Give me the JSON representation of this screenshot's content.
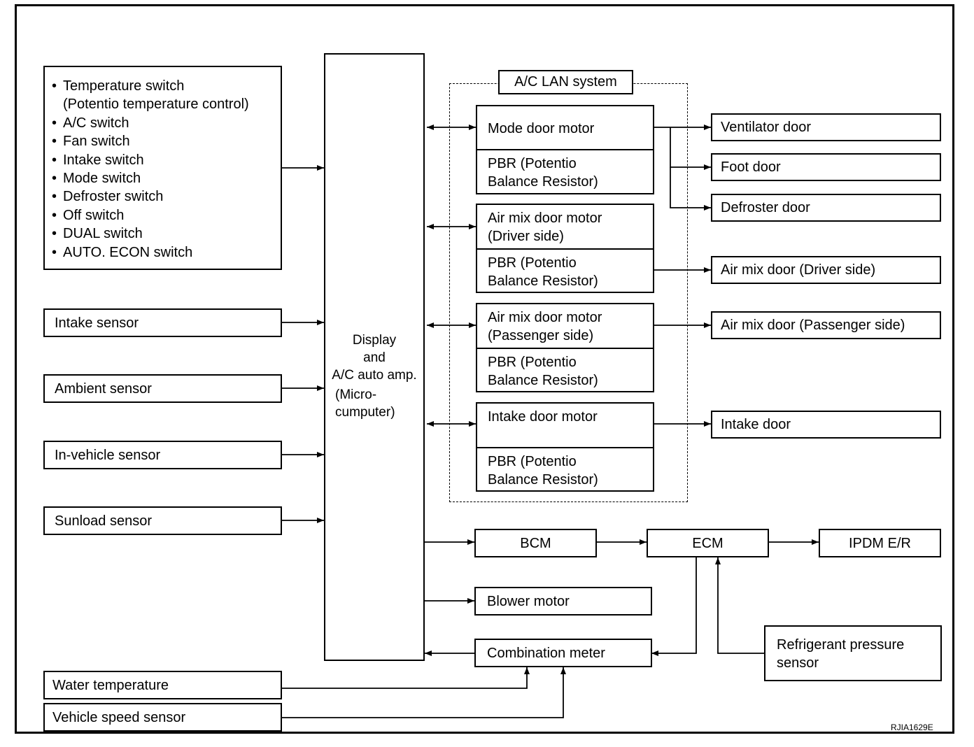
{
  "inputs": {
    "switches": [
      {
        "text": "Temperature switch",
        "cont": false
      },
      {
        "text": "(Potentio temperature control)",
        "cont": true
      },
      {
        "text": "A/C switch",
        "cont": false
      },
      {
        "text": "Fan switch",
        "cont": false
      },
      {
        "text": "Intake switch",
        "cont": false
      },
      {
        "text": "Mode switch",
        "cont": false
      },
      {
        "text": "Defroster switch",
        "cont": false
      },
      {
        "text": "Off switch",
        "cont": false
      },
      {
        "text": "DUAL switch",
        "cont": false
      },
      {
        "text": "AUTO. ECON switch",
        "cont": false
      }
    ],
    "intake_sensor": "Intake sensor",
    "ambient_sensor": "Ambient sensor",
    "in_vehicle_sensor": "In-vehicle sensor",
    "sunload_sensor": "Sunload sensor",
    "water_temperature": "Water temperature",
    "vehicle_speed_sensor": "Vehicle speed sensor"
  },
  "amp": {
    "line1": "Display",
    "line2": "and",
    "line3": "A/C auto amp.",
    "line4": "(Micro-",
    "line5": "cumputer)"
  },
  "lan": {
    "title": "A/C LAN system",
    "mode_motor": "Mode door motor",
    "airmix_driver_line1": "Air mix door motor",
    "airmix_driver_line2": "(Driver side)",
    "airmix_pass_line1": "Air mix door motor",
    "airmix_pass_line2": "(Passenger side)",
    "intake_motor": "Intake door motor",
    "pbr_line1": "PBR (Potentio",
    "pbr_line2": "Balance Resistor)"
  },
  "outputs": {
    "ventilator_door": "Ventilator door",
    "foot_door": "Foot door",
    "defroster_door": "Defroster door",
    "airmix_driver": "Air mix door (Driver side)",
    "airmix_passenger": "Air mix door (Passenger side)",
    "intake_door": "Intake door"
  },
  "bus": {
    "bcm": "BCM",
    "ecm": "ECM",
    "ipdm": "IPDM E/R",
    "blower_motor": "Blower motor",
    "combination_meter": "Combination meter",
    "refrigerant_line1": "Refrigerant pressure",
    "refrigerant_line2": "sensor"
  },
  "figure_code": "RJIA1629E"
}
